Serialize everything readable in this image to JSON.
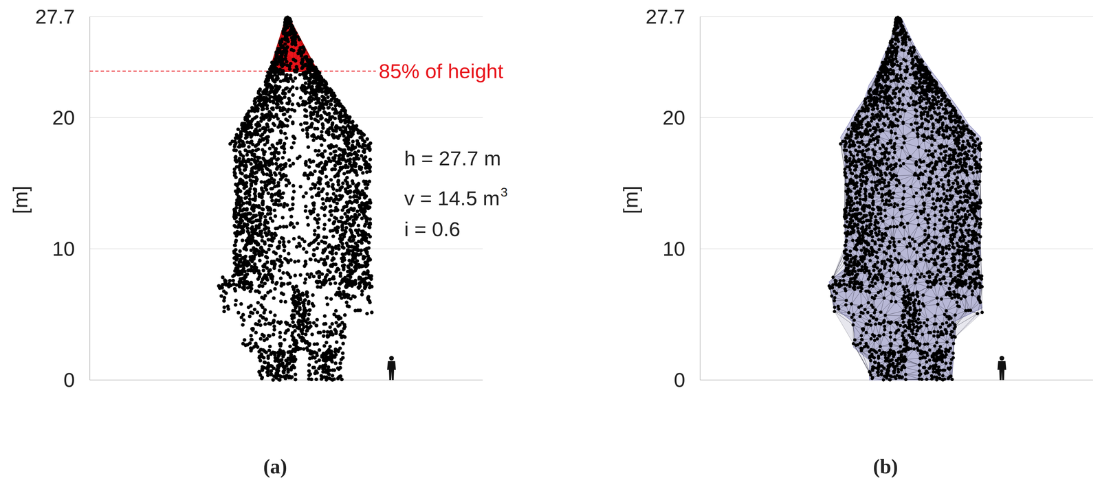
{
  "diagram": {
    "labels": [
      "27.7",
      "20",
      "10",
      "0",
      "[m]",
      "85% of height",
      "h = 27.7 m",
      "v = 14.5 m",
      "3",
      "i = 0.6",
      "(a)",
      "27.7",
      "20",
      "10",
      "0",
      "[m]",
      "(b)"
    ]
  }
}
